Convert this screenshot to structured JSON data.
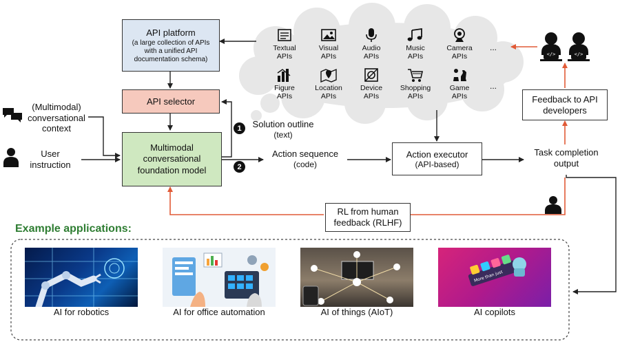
{
  "api_platform": {
    "title": "API platform",
    "desc": "(a large collection of APIs with a unified API documentation schema)"
  },
  "api_selector": "API selector",
  "model": "Multimodal conversational foundation model",
  "context": "(Multimodal) conversational context",
  "user_instruction": "User instruction",
  "step1": {
    "num": "1",
    "label": "Solution outline",
    "sub": "(text)"
  },
  "step2": {
    "num": "2",
    "label": "Action sequence",
    "sub": "(code)"
  },
  "executor": {
    "title": "Action executor",
    "sub": "(API-based)"
  },
  "task_output": "Task completion output",
  "feedback_dev": "Feedback to API developers",
  "rlhf": "RL from human feedback (RLHF)",
  "apis": [
    {
      "name": "Textual APIs",
      "icon": "textual-icon"
    },
    {
      "name": "Visual APIs",
      "icon": "visual-icon"
    },
    {
      "name": "Audio APIs",
      "icon": "microphone-icon"
    },
    {
      "name": "Music APIs",
      "icon": "music-icon"
    },
    {
      "name": "Camera APIs",
      "icon": "camera-icon"
    },
    {
      "name": "Figure APIs",
      "icon": "chart-icon"
    },
    {
      "name": "Location APIs",
      "icon": "map-pin-icon"
    },
    {
      "name": "Device APIs",
      "icon": "device-icon"
    },
    {
      "name": "Shopping APIs",
      "icon": "cart-icon"
    },
    {
      "name": "Game APIs",
      "icon": "chess-icon"
    }
  ],
  "ellipsis": "...",
  "examples_title": "Example applications:",
  "applications": [
    {
      "caption": "AI for robotics"
    },
    {
      "caption": "AI for office automation"
    },
    {
      "caption": "AI of things (AIoT)"
    },
    {
      "caption": "AI copilots",
      "screen_text": "More than just"
    }
  ],
  "colors": {
    "platform_fill": "#dce6f2",
    "selector_fill": "#f6c9bd",
    "model_fill": "#cfe8c0",
    "feedback_arrow": "#e15a36",
    "examples_title": "#2e7d32"
  }
}
